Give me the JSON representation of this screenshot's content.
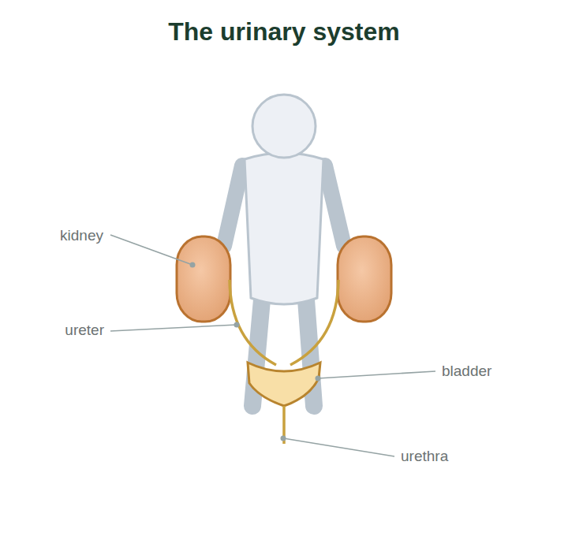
{
  "diagram": {
    "title": "The urinary system",
    "labels": [
      "kidney",
      "ureter",
      "bladder",
      "urethra"
    ]
  }
}
